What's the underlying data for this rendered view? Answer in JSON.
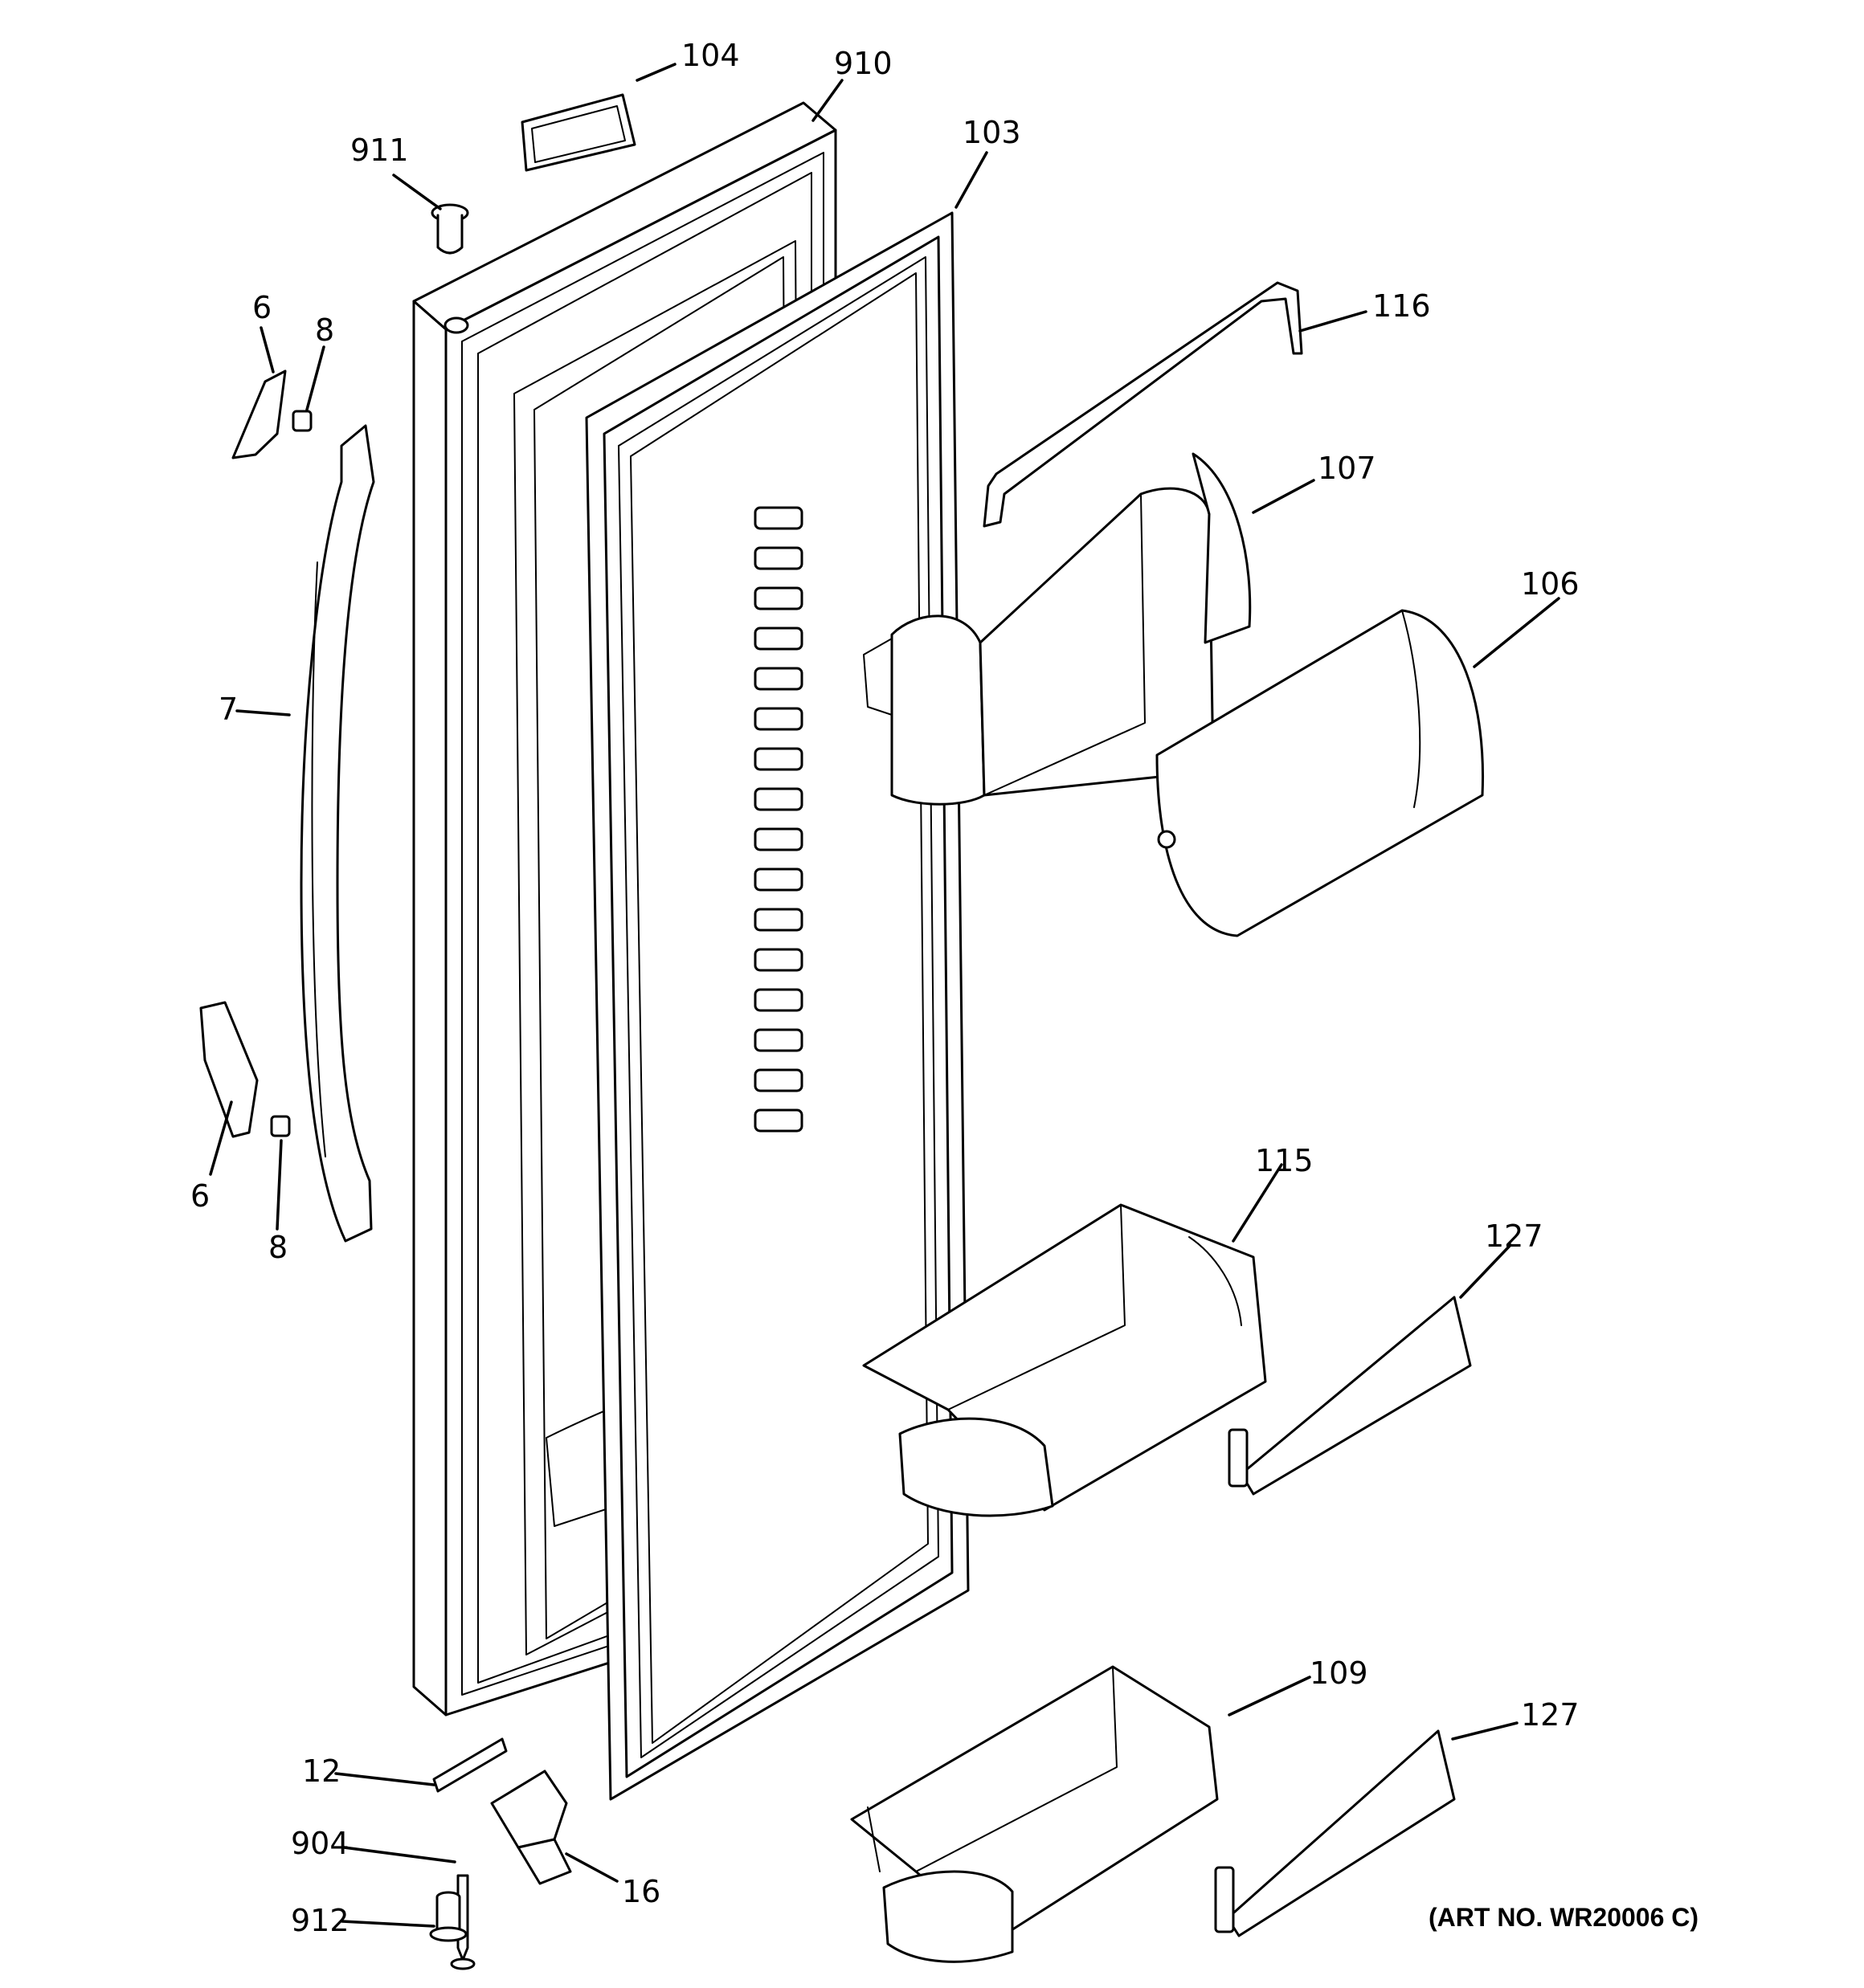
{
  "callouts": [
    {
      "id": "c104",
      "label": "104"
    },
    {
      "id": "c910",
      "label": "910"
    },
    {
      "id": "c103",
      "label": "103"
    },
    {
      "id": "c911",
      "label": "911"
    },
    {
      "id": "c6a",
      "label": "6"
    },
    {
      "id": "c8a",
      "label": "8"
    },
    {
      "id": "c116",
      "label": "116"
    },
    {
      "id": "c107",
      "label": "107"
    },
    {
      "id": "c106",
      "label": "106"
    },
    {
      "id": "c7",
      "label": "7"
    },
    {
      "id": "c6b",
      "label": "6"
    },
    {
      "id": "c8b",
      "label": "8"
    },
    {
      "id": "c115",
      "label": "115"
    },
    {
      "id": "c127a",
      "label": "127"
    },
    {
      "id": "c109",
      "label": "109"
    },
    {
      "id": "c127b",
      "label": "127"
    },
    {
      "id": "c12",
      "label": "12"
    },
    {
      "id": "c904",
      "label": "904"
    },
    {
      "id": "c16",
      "label": "16"
    },
    {
      "id": "c912",
      "label": "912"
    }
  ],
  "art_number": "(ART NO. WR20006 C)"
}
